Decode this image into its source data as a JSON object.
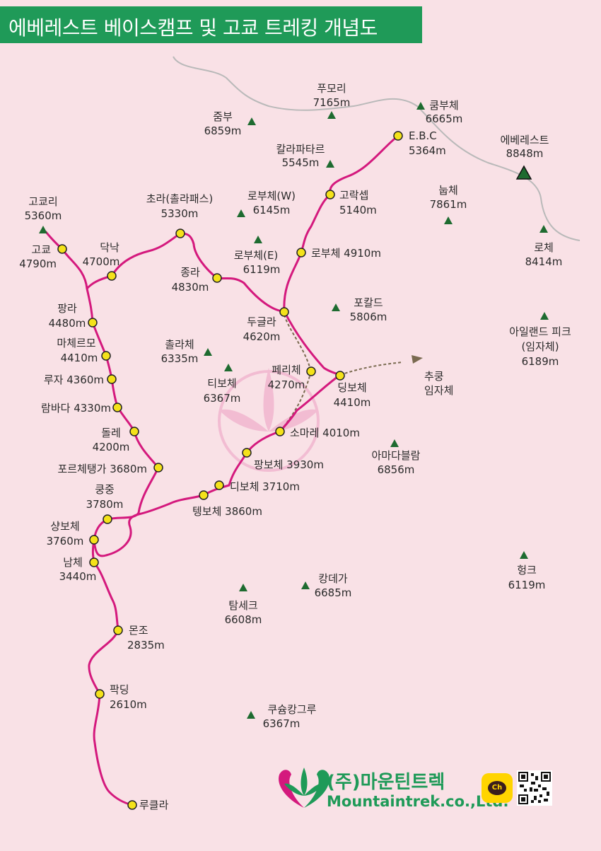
{
  "title": "에베레스트 베이스캠프 및 고쿄 트레킹 개념도",
  "colors": {
    "route": "#d4197d",
    "waypoint": "#f4e21a",
    "peak": "#1e6b30",
    "title_bg": "#1f9a58",
    "river": "#b9b9b9",
    "side_path": "#7a6a50"
  },
  "company": {
    "name_ko": "(주)마운틴트렉",
    "name_en": "Mountaintrek.co.,Ltd.",
    "kakao_label": "Ch"
  },
  "peaks": [
    {
      "name": "푸모리",
      "alt": "7165m"
    },
    {
      "name": "쿰부체",
      "alt": "6665m"
    },
    {
      "name": "줌부",
      "alt": "6859m"
    },
    {
      "name": "칼라파타르",
      "alt": "5545m"
    },
    {
      "name": "에베레스트",
      "alt": "8848m"
    },
    {
      "name": "로부체(W)",
      "alt": "6145m"
    },
    {
      "name": "눕체",
      "alt": "7861m"
    },
    {
      "name": "고쿄리",
      "alt": "5360m"
    },
    {
      "name": "로부체(E)",
      "alt": "6119m"
    },
    {
      "name": "로체",
      "alt": "8414m"
    },
    {
      "name": "포칼드",
      "alt": "5806m"
    },
    {
      "name": "아일랜드 피크",
      "alt": "(임자체)",
      "alt2": "6189m"
    },
    {
      "name": "촐라체",
      "alt": "6335m"
    },
    {
      "name": "티보체",
      "alt": "6367m"
    },
    {
      "name": "아마다블람",
      "alt": "6856m"
    },
    {
      "name": "헝크",
      "alt": "6119m"
    },
    {
      "name": "탐세크",
      "alt": "6608m"
    },
    {
      "name": "캉데가",
      "alt": "6685m"
    },
    {
      "name": "쿠슘캉그루",
      "alt": "6367m"
    }
  ],
  "waypoints": [
    {
      "name": "E.B.C",
      "alt": "5364m"
    },
    {
      "name": "고락셉",
      "alt": "5140m"
    },
    {
      "name": "초라(촐라패스)",
      "alt": "5330m"
    },
    {
      "name": "고쿄",
      "alt": "4790m"
    },
    {
      "name": "닥낙",
      "alt": "4700m"
    },
    {
      "name": "로부체 4910m"
    },
    {
      "name": "종라",
      "alt": "4830m"
    },
    {
      "name": "두글라",
      "alt": "4620m"
    },
    {
      "name": "팡라",
      "alt": "4480m"
    },
    {
      "name": "마체르모",
      "alt": "4410m"
    },
    {
      "name": "페리체",
      "alt": "4270m"
    },
    {
      "name": "딩보체",
      "alt": "4410m"
    },
    {
      "name": "루자 4360m"
    },
    {
      "name": "람바다 4330m"
    },
    {
      "name": "돌레",
      "alt": "4200m"
    },
    {
      "name": "소마레 4010m"
    },
    {
      "name": "팡보체 3930m"
    },
    {
      "name": "포르체탱가 3680m"
    },
    {
      "name": "디보체 3710m"
    },
    {
      "name": "쿵중",
      "alt": "3780m"
    },
    {
      "name": "텡보체 3860m"
    },
    {
      "name": "샹보체",
      "alt": "3760m"
    },
    {
      "name": "남체",
      "alt": "3440m"
    },
    {
      "name": "몬조",
      "alt": "2835m"
    },
    {
      "name": "팍딩",
      "alt": "2610m"
    },
    {
      "name": "루클라"
    }
  ],
  "side_destination": {
    "name": "추쿵",
    "sub": "임자체"
  }
}
